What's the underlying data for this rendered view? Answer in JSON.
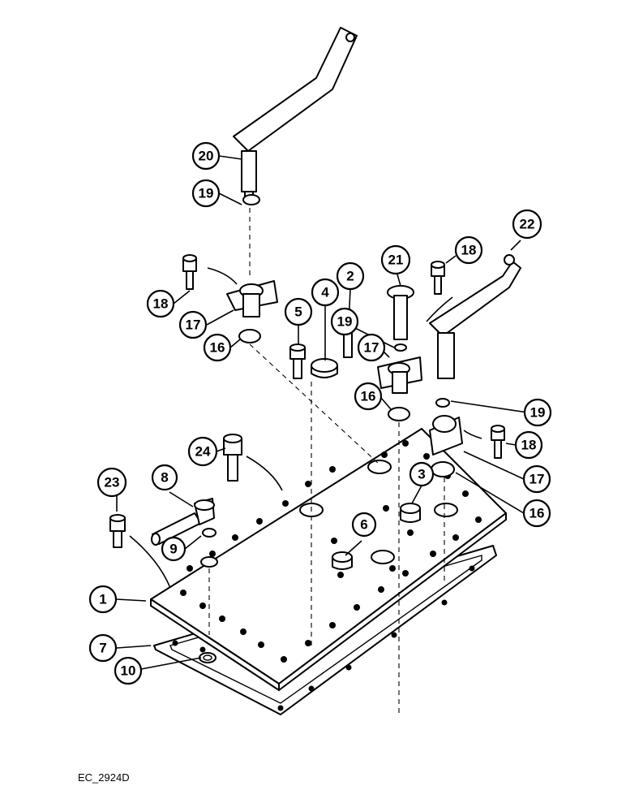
{
  "figure_code": "EC_2924D",
  "callouts": [
    "1",
    "2",
    "3",
    "4",
    "5",
    "6",
    "7",
    "8",
    "9",
    "10",
    "16",
    "16",
    "16",
    "17",
    "17",
    "17",
    "18",
    "18",
    "18",
    "19",
    "19",
    "19",
    "20",
    "21",
    "22",
    "23",
    "24"
  ]
}
